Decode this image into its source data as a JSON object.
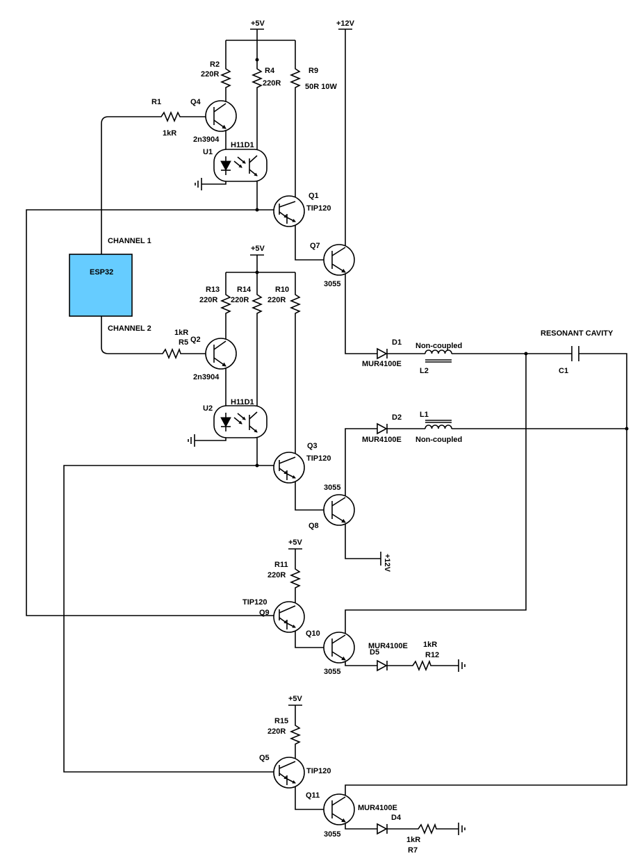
{
  "colors": {
    "line": "#000000",
    "mcu_fill": "#66ccff",
    "background": "#ffffff"
  },
  "supplies": {
    "v5": "+5V",
    "v12": "+12V"
  },
  "mcu": {
    "name": "ESP32",
    "channel_1": "CHANNEL 1",
    "channel_2": "CHANNEL 2"
  },
  "components": {
    "R1": {
      "ref": "R1",
      "value": "1kR"
    },
    "R2": {
      "ref": "R2",
      "value": "220R"
    },
    "R4": {
      "ref": "R4",
      "value": "220R"
    },
    "R9": {
      "ref": "R9",
      "value": "50R 10W"
    },
    "R5": {
      "ref": "R5",
      "value": "1kR"
    },
    "R13": {
      "ref": "R13",
      "value": "220R"
    },
    "R14": {
      "ref": "R14",
      "value": "220R"
    },
    "R10": {
      "ref": "R10",
      "value": "220R"
    },
    "R11": {
      "ref": "R11",
      "value": "220R"
    },
    "R15": {
      "ref": "R15",
      "value": "220R"
    },
    "R12": {
      "ref": "R12",
      "value": "1kR"
    },
    "R7": {
      "ref": "R7",
      "value": "1kR"
    },
    "Q4": {
      "ref": "Q4",
      "part": "2n3904"
    },
    "Q2": {
      "ref": "Q2",
      "part": "2n3904"
    },
    "Q1": {
      "ref": "Q1",
      "part": "TIP120"
    },
    "Q3": {
      "ref": "Q3",
      "part": "TIP120"
    },
    "Q9": {
      "ref": "Q9",
      "part": "TIP120"
    },
    "Q5": {
      "ref": "Q5",
      "part": "TIP120"
    },
    "Q7": {
      "ref": "Q7",
      "part": "3055"
    },
    "Q8": {
      "ref": "Q8",
      "part": "3055"
    },
    "Q10": {
      "ref": "Q10",
      "part": "3055"
    },
    "Q11": {
      "ref": "Q11",
      "part": "3055",
      "extra_label": "MUR4100E"
    },
    "U1": {
      "ref": "U1",
      "part": "H11D1"
    },
    "U2": {
      "ref": "U2",
      "part": "H11D1"
    },
    "D1": {
      "ref": "D1",
      "part": "MUR4100E"
    },
    "D2": {
      "ref": "D2",
      "part": "MUR4100E"
    },
    "D5": {
      "ref": "D5",
      "part": "MUR4100E"
    },
    "D4": {
      "ref": "D4"
    },
    "L1": {
      "ref": "L1",
      "note": "Non-coupled"
    },
    "L2": {
      "ref": "L2",
      "note": "Non-coupled"
    },
    "C1": {
      "ref": "C1"
    }
  },
  "cavity_label": "RESONANT CAVITY"
}
